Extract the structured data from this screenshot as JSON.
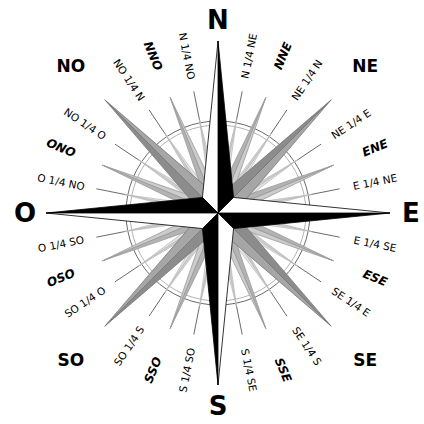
{
  "diagram": {
    "labels": [
      "N",
      "N 1/4 NE",
      "NNE",
      "NE 1/4 N",
      "NE",
      "NE 1/4 E",
      "ENE",
      "E 1/4 NE",
      "E",
      "E 1/4 SE",
      "ESE",
      "SE 1/4 E",
      "SE",
      "SE 1/4 S",
      "SSE",
      "S 1/4 SE",
      "S",
      "S 1/4 SO",
      "SSO",
      "SO 1/4 S",
      "SO",
      "SO 1/4 O",
      "OSO",
      "O 1/4 SO",
      "O",
      "O 1/4 NO",
      "ONO",
      "NO 1/4 O",
      "NO",
      "NO 1/4 N",
      "NNO",
      "N 1/4 NO"
    ]
  }
}
